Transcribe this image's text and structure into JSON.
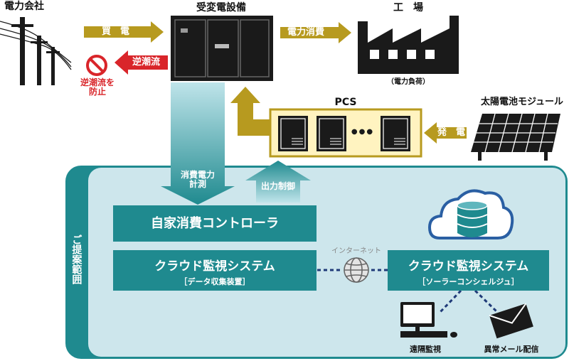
{
  "labels": {
    "power_company": "電力会社",
    "substation": "受変電設備",
    "factory": "工　場",
    "factory_note": "（電力負荷）",
    "buy_power": "買　電",
    "reverse_flow": "逆潮流",
    "prevent_reverse_flow": "逆潮流を\n防止",
    "power_consumption": "電力消費",
    "pcs": "PCS",
    "pcs_dots": "●●●",
    "solar_module": "太陽電池モジュール",
    "generation": "発　電",
    "consumption_measure": "消費電力\n計測",
    "output_control": "出力制御",
    "proposal_scope": "ご提案範囲",
    "self_consumption_controller": "自家消費コントローラ",
    "cloud_system_1_title": "クラウド監視システム",
    "cloud_system_1_sub": "［データ収集装置］",
    "internet": "インターネット",
    "cloud_system_2_title": "クラウド監視システム",
    "cloud_system_2_sub": "［ソーラーコンシェルジュ］",
    "remote_monitoring": "遠隔監視",
    "alert_mail": "異常メール配信"
  },
  "colors": {
    "gold": "#b79a1f",
    "red": "#d9252a",
    "teal": "#1f8a8f",
    "light_teal": "#cde6ec",
    "dark": "#1a1a1a"
  }
}
